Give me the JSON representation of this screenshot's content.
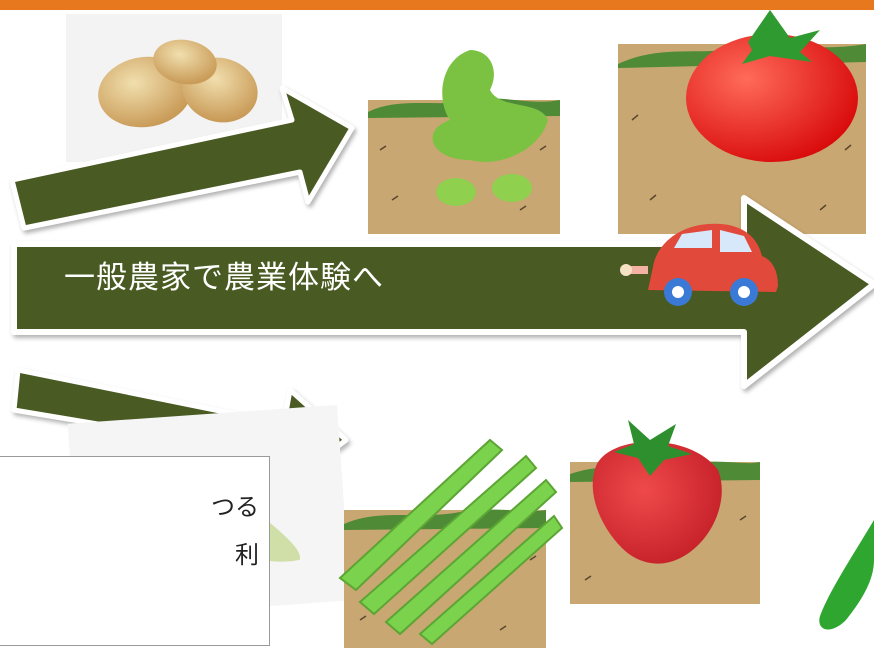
{
  "banner": {
    "label": "一般農家で農業体験へ"
  },
  "textbox": {
    "line1": "つる",
    "line2": "利"
  },
  "colors": {
    "accent_bar": "#e8781e",
    "arrow_green": "#4a5a24",
    "arrow_border": "#ffffff",
    "soil": "#c8a772",
    "grass": "#4f8a37"
  },
  "icons": [
    "potato",
    "edamame",
    "tomato",
    "car",
    "corn",
    "asparagus",
    "strawberry",
    "cucumber"
  ]
}
